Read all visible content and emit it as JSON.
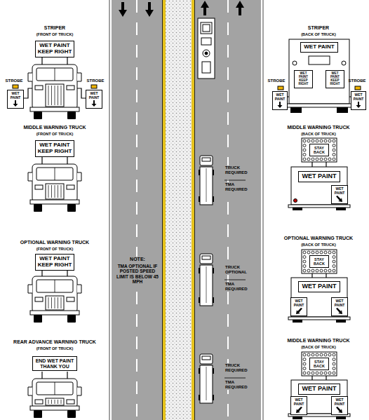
{
  "diagram": {
    "nodes": [
      {
        "text": [
          "WET PAINT KEEP RIGHT"
        ]
      },
      {
        "text": [
          "WET PAINT"
        ]
      },
      {
        "text": [
          "WET PAINT"
        ]
      },
      {
        "text": [
          "WET PAINT KEEP RIGHT"
        ]
      },
      {
        "text": [
          "WET PAINT KEEP RIGHT"
        ]
      },
      {
        "text": [
          "END WET PAINT THANK YOU"
        ]
      },
      {
        "text": [
          "WET PAINT"
        ]
      },
      {
        "text": [
          "WET PAINT"
        ]
      },
      {
        "text": [
          "WET PAINT KEEP RIGHT"
        ]
      },
      {
        "text": [
          "WET PAINT KEEP RIGHT"
        ]
      },
      {
        "text": [
          "WET PAINT"
        ]
      },
      {
        "text": [
          "STAY BACK"
        ]
      },
      {
        "text": [
          "WET PAINT"
        ]
      },
      {
        "text": [
          "WET PAINT"
        ]
      },
      {
        "text": [
          "STAY BACK"
        ]
      },
      {
        "text": [
          "WET PAINT"
        ]
      },
      {
        "text": [
          "WET PAINT"
        ]
      },
      {
        "text": [
          "WET PAINT"
        ]
      },
      {
        "text": [
          "STAY BACK"
        ]
      },
      {
        "text": [
          "WET PAINT"
        ]
      },
      {
        "text": [
          "WET PAINT"
        ]
      },
      {
        "text": [
          "WET PAINT"
        ]
      }
    ],
    "labels": [
      "STRIPER",
      "(FRONT OF TRUCK)",
      "STROBE",
      "STROBE",
      "MIDDLE WARNING TRUCK",
      "(FRONT OF TRUCK)",
      "OPTIONAL WARNING TRUCK",
      "(FRONT OF TRUCK)",
      "REAR ADVANCE WARNING TRUCK",
      "(FRONT OF TRUCK)",
      "NOTE:",
      "TMA OPTIONAL IF POSTED SPEED LIMIT IS BELOW 45 MPH",
      "TRUCK REQUIRED",
      "TMA REQUIRED",
      "TRUCK OPTIONAL",
      "TMA REQUIRED",
      "TRUCK REQUIRED",
      "TMA REQUIRED",
      "STRIPER",
      "(BACK OF TRUCK)",
      "STROBE",
      "STROBE",
      "MIDDLE WARNING TRUCK",
      "(BACK OF TRUCK)",
      "OPTIONAL WARNING TRUCK",
      "(BACK OF TRUCK)",
      "MIDDLE WARNING TRUCK",
      "(BACK OF TRUCK)"
    ]
  }
}
